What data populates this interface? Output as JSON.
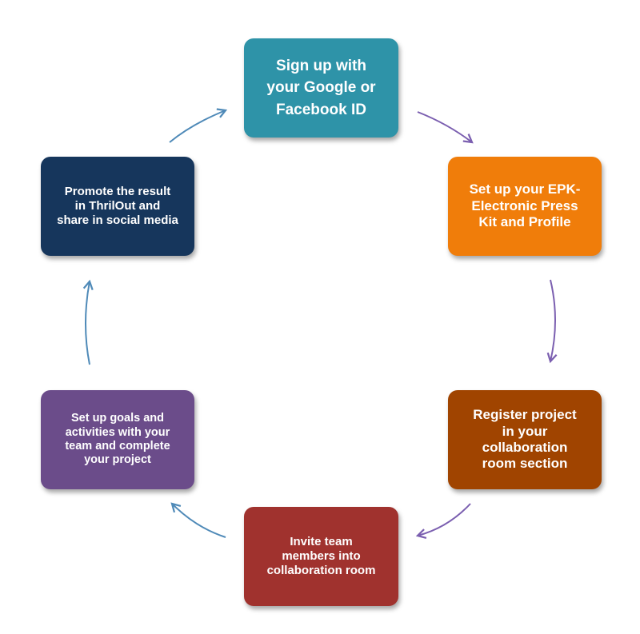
{
  "steps": [
    {
      "id": "step-1",
      "label": "Sign up with\nyour Google or\nFacebook ID",
      "color": "#2e93a8"
    },
    {
      "id": "step-2",
      "label": "Set up your EPK-\nElectronic Press\nKit and Profile",
      "color": "#f07d0a"
    },
    {
      "id": "step-3",
      "label": "Register project\nin your\ncollaboration\nroom section",
      "color": "#a04400"
    },
    {
      "id": "step-4",
      "label": "Invite team\nmembers into\ncollaboration room",
      "color": "#a0322e"
    },
    {
      "id": "step-5",
      "label": "Set up goals and\nactivities with  your\nteam and complete\nyour project",
      "color": "#6b4c8a"
    },
    {
      "id": "step-6",
      "label": "Promote the result\nin ThrilOut and\nshare in social media",
      "color": "#16365c"
    }
  ],
  "arrow_colors": {
    "purple": "#7b5fb0",
    "blue": "#4f8ab8"
  }
}
